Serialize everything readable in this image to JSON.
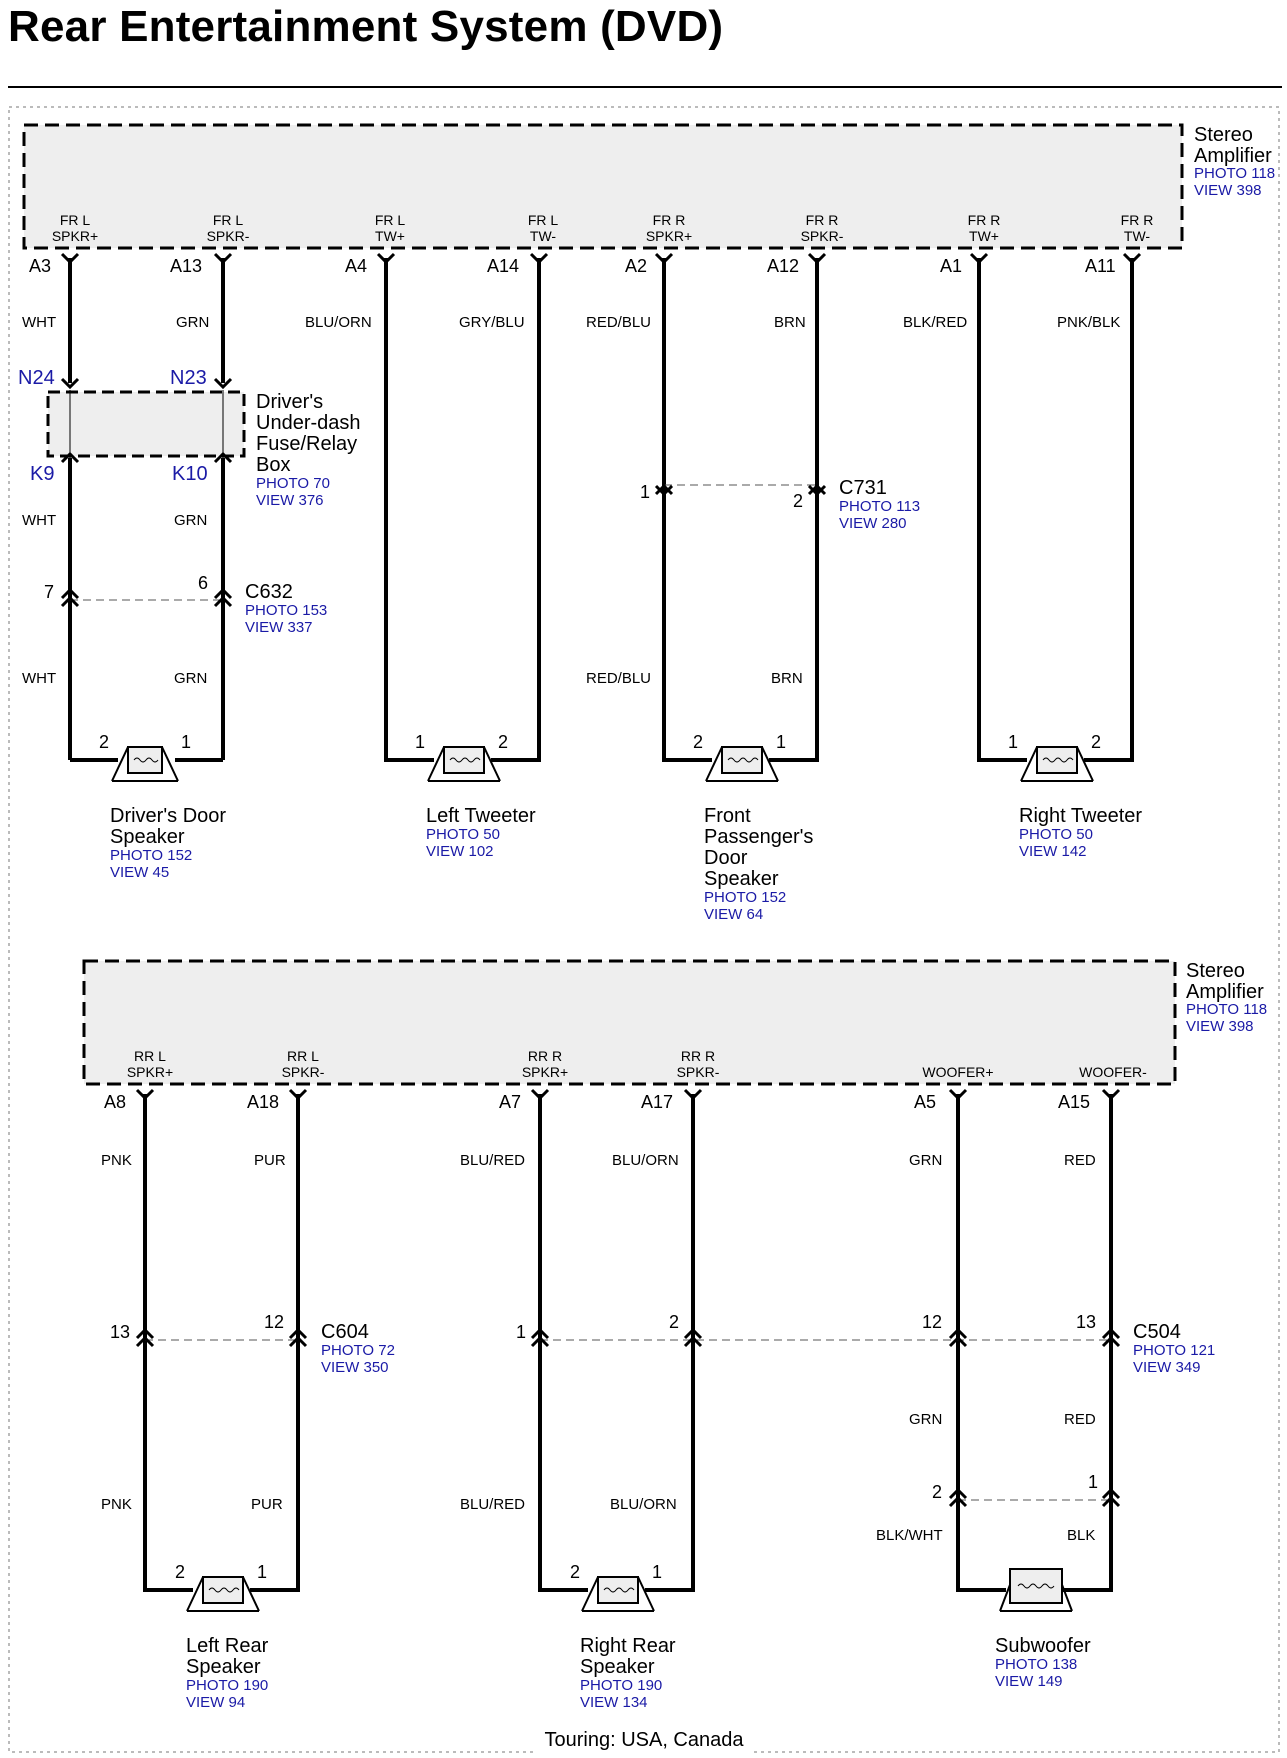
{
  "title": "Rear Entertainment System (DVD)",
  "footer": "Touring: USA, Canada",
  "colors": {
    "reference_link": "#1a1aa6",
    "component_fill": "#eeeeee"
  },
  "amplifiers": [
    {
      "name": [
        "Stereo",
        "Amplifier"
      ],
      "photo": "PHOTO 118",
      "view": "VIEW 398",
      "terminals": [
        {
          "label": [
            "FR L",
            "SPKR+"
          ],
          "pin": "A3",
          "wire": "WHT"
        },
        {
          "label": [
            "FR L",
            "SPKR-"
          ],
          "pin": "A13",
          "wire": "GRN"
        },
        {
          "label": [
            "FR L",
            "TW+"
          ],
          "pin": "A4",
          "wire": "BLU/ORN"
        },
        {
          "label": [
            "FR L",
            "TW-"
          ],
          "pin": "A14",
          "wire": "GRY/BLU"
        },
        {
          "label": [
            "FR R",
            "SPKR+"
          ],
          "pin": "A2",
          "wire": "RED/BLU"
        },
        {
          "label": [
            "FR R",
            "SPKR-"
          ],
          "pin": "A12",
          "wire": "BRN"
        },
        {
          "label": [
            "FR R",
            "TW+"
          ],
          "pin": "A1",
          "wire": "BLK/RED"
        },
        {
          "label": [
            "FR R",
            "TW-"
          ],
          "pin": "A11",
          "wire": "PNK/BLK"
        }
      ]
    },
    {
      "name": [
        "Stereo",
        "Amplifier"
      ],
      "photo": "PHOTO 118",
      "view": "VIEW 398",
      "terminals": [
        {
          "label": [
            "RR L",
            "SPKR+"
          ],
          "pin": "A8",
          "wire": "PNK"
        },
        {
          "label": [
            "RR L",
            "SPKR-"
          ],
          "pin": "A18",
          "wire": "PUR"
        },
        {
          "label": [
            "RR R",
            "SPKR+"
          ],
          "pin": "A7",
          "wire": "BLU/RED"
        },
        {
          "label": [
            "RR R",
            "SPKR-"
          ],
          "pin": "A17",
          "wire": "BLU/ORN"
        },
        {
          "label": [
            "",
            "WOOFER+"
          ],
          "pin": "A5",
          "wire": "GRN"
        },
        {
          "label": [
            "",
            "WOOFER-"
          ],
          "pin": "A15",
          "wire": "RED"
        }
      ]
    }
  ],
  "fuse_box": {
    "name": [
      "Driver's",
      "Under-dash",
      "Fuse/Relay",
      "Box"
    ],
    "photo": "PHOTO 70",
    "view": "VIEW 376",
    "top_pins": [
      "N24",
      "N23"
    ],
    "bottom_pins": [
      "K9",
      "K10"
    ],
    "wires_after": [
      "WHT",
      "GRN"
    ]
  },
  "connectors": [
    {
      "name": "C632",
      "photo": "PHOTO 153",
      "view": "VIEW 337",
      "pins": [
        "7",
        "6"
      ],
      "wires_after": [
        "WHT",
        "GRN"
      ]
    },
    {
      "name": "C731",
      "photo": "PHOTO 113",
      "view": "VIEW 280",
      "pins": [
        "1",
        "2"
      ],
      "wires_after": [
        "RED/BLU",
        "BRN"
      ]
    },
    {
      "name": "C604",
      "photo": "PHOTO 72",
      "view": "VIEW 350",
      "pins": [
        "13",
        "12"
      ],
      "wires_after": [
        "PNK",
        "PUR"
      ]
    },
    {
      "name": "C504",
      "photo": "PHOTO 121",
      "view": "VIEW 349",
      "pins": [
        "1",
        "2",
        "12",
        "13"
      ],
      "wires_after": [
        "BLU/RED",
        "BLU/ORN",
        "GRN",
        "RED"
      ]
    },
    {
      "name": "",
      "pins": [
        "2",
        "1"
      ],
      "wires_after": [
        "BLK/WHT",
        "BLK"
      ]
    }
  ],
  "speakers": [
    {
      "name": [
        "Driver's Door",
        "Speaker"
      ],
      "photo": "PHOTO 152",
      "view": "VIEW 45",
      "pins": [
        "2",
        "1"
      ]
    },
    {
      "name": [
        "Left Tweeter"
      ],
      "photo": "PHOTO 50",
      "view": "VIEW 102",
      "pins": [
        "1",
        "2"
      ]
    },
    {
      "name": [
        "Front",
        "Passenger's",
        "Door",
        "Speaker"
      ],
      "photo": "PHOTO 152",
      "view": "VIEW 64",
      "pins": [
        "2",
        "1"
      ]
    },
    {
      "name": [
        "Right Tweeter"
      ],
      "photo": "PHOTO 50",
      "view": "VIEW 142",
      "pins": [
        "1",
        "2"
      ]
    },
    {
      "name": [
        "Left Rear",
        "Speaker"
      ],
      "photo": "PHOTO 190",
      "view": "VIEW 94",
      "pins": [
        "2",
        "1"
      ]
    },
    {
      "name": [
        "Right Rear",
        "Speaker"
      ],
      "photo": "PHOTO 190",
      "view": "VIEW 134",
      "pins": [
        "2",
        "1"
      ]
    },
    {
      "name": [
        "Subwoofer"
      ],
      "photo": "PHOTO 138",
      "view": "VIEW 149",
      "pins": []
    }
  ]
}
